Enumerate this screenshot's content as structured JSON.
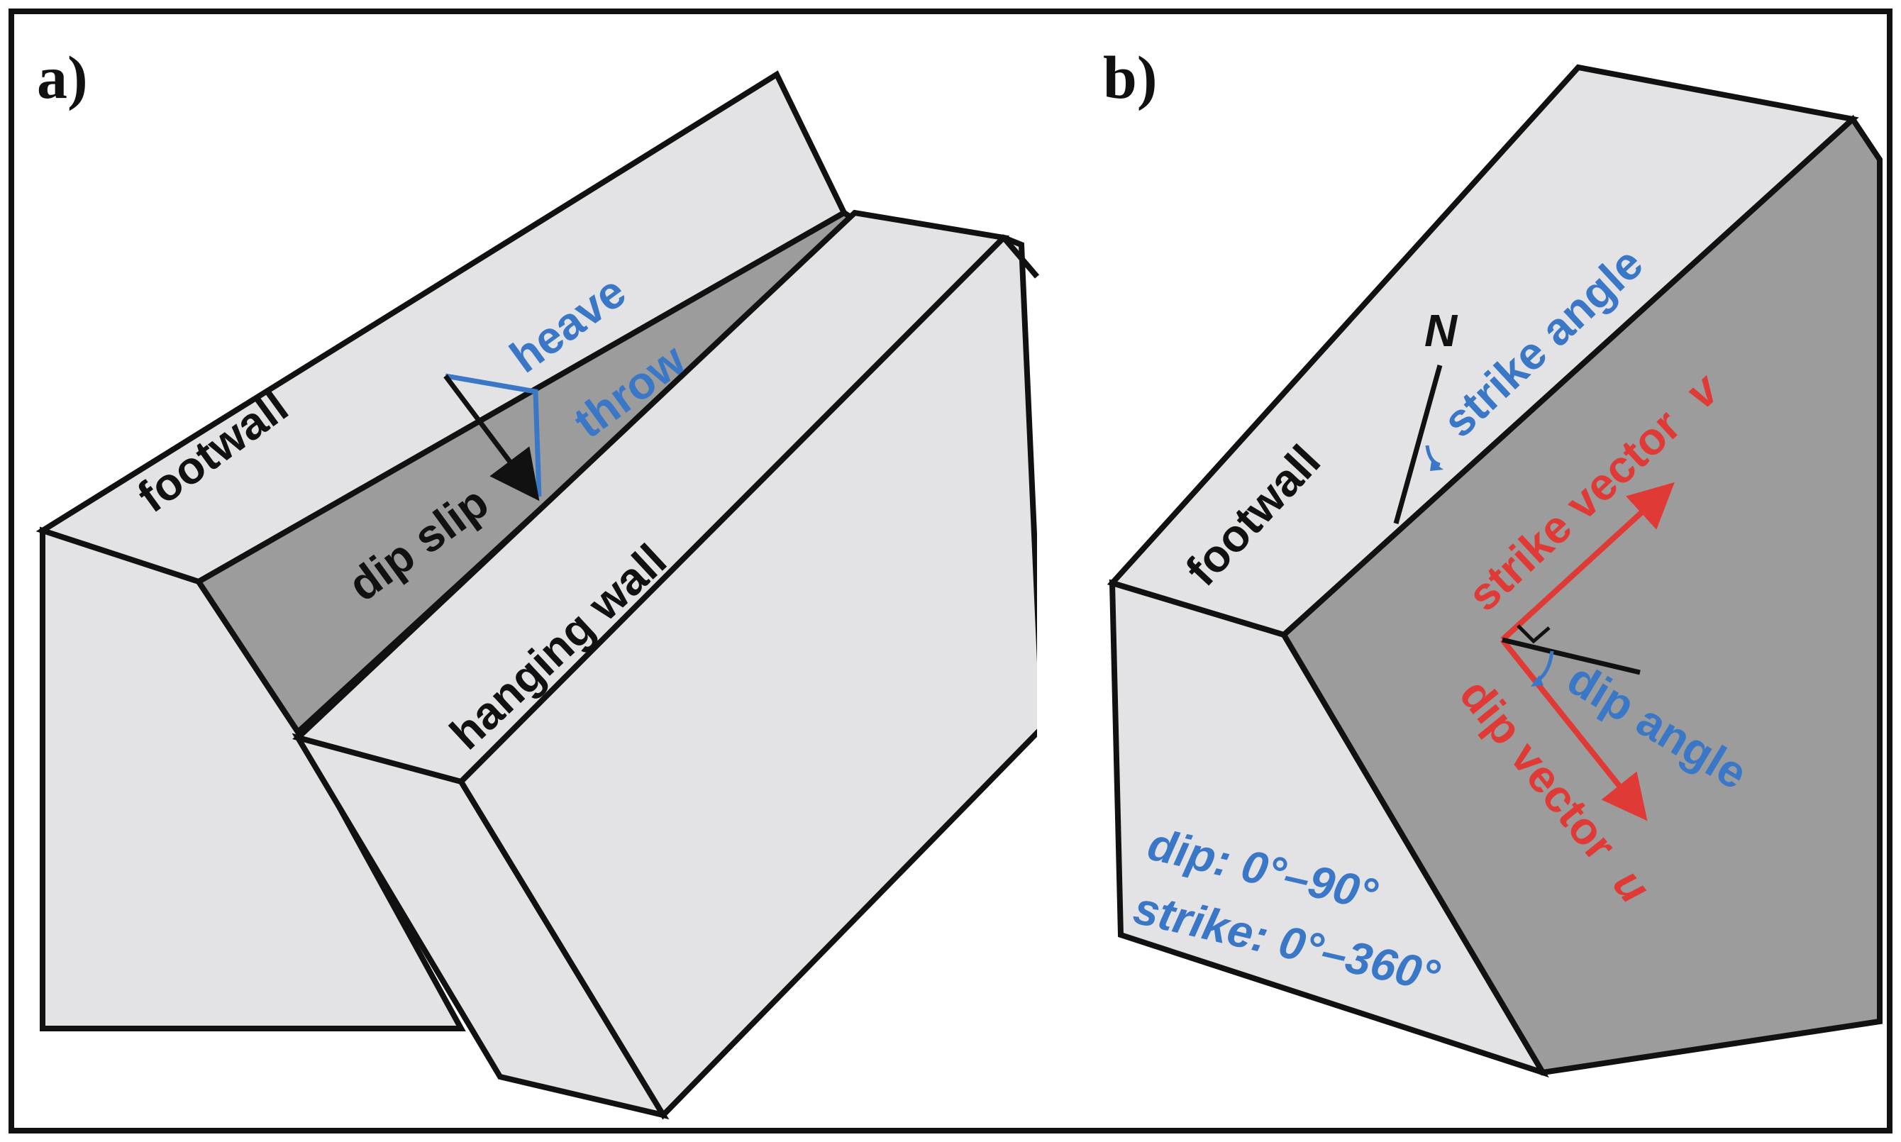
{
  "colors": {
    "black_label": "#111111",
    "blue_annotation": "#3a77c6",
    "red_vector": "#e03a36",
    "light_face": "#e3e3e5",
    "dark_face": "#9c9c9c"
  },
  "panel_a": {
    "label": "a)",
    "footwall": "footwall",
    "hanging_wall": "hanging wall",
    "dip_slip": "dip slip",
    "heave": "heave",
    "throw": "throw"
  },
  "panel_b": {
    "label": "b)",
    "footwall": "footwall",
    "north": "N",
    "strike_angle": "strike angle",
    "strike_vector_text": "strike vector",
    "strike_vector_symbol": "v",
    "dip_vector_text": "dip vector",
    "dip_vector_symbol": "u",
    "dip_angle": "dip angle",
    "dip_range": "dip: 0°–90°",
    "strike_range": "strike: 0°–360°"
  }
}
